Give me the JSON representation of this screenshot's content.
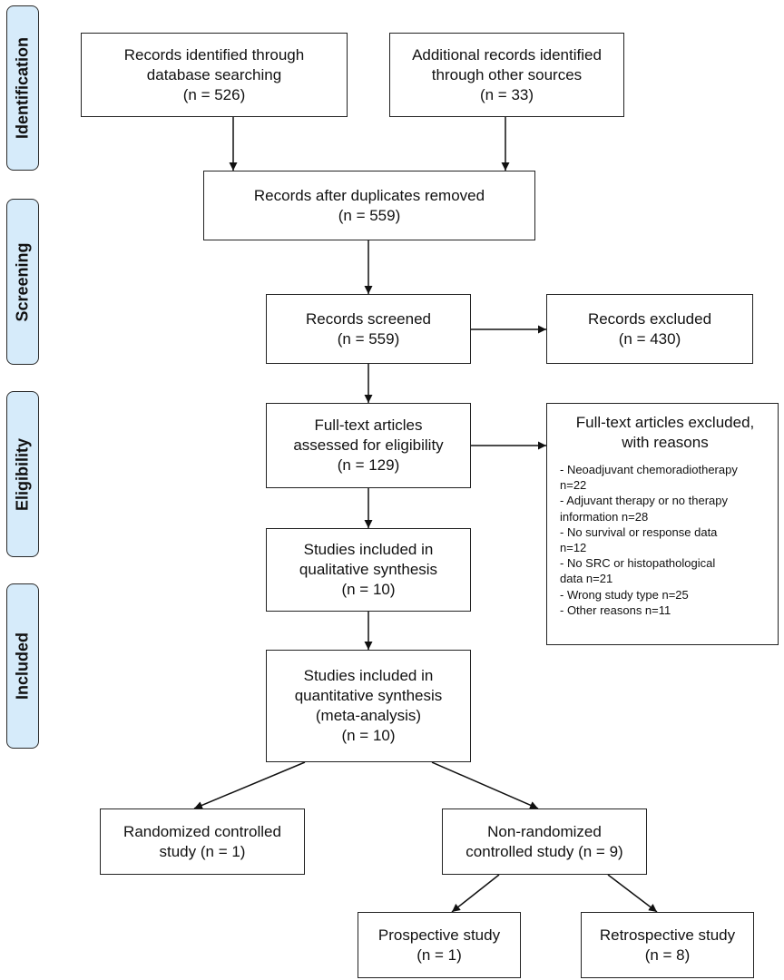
{
  "phases": {
    "identification": "Identification",
    "screening": "Screening",
    "eligibility": "Eligibility",
    "included": "Included"
  },
  "boxes": {
    "db_search": [
      "Records identified through",
      "database searching",
      "(n = 526)"
    ],
    "other_sources": [
      "Additional records identified",
      "through other sources",
      "(n = 33)"
    ],
    "dedup": [
      "Records after duplicates removed",
      "(n = 559)"
    ],
    "screened": [
      "Records screened",
      "(n = 559)"
    ],
    "excluded": [
      "Records excluded",
      "(n = 430)"
    ],
    "fulltext": [
      "Full-text articles",
      "assessed for eligibility",
      "(n = 129)"
    ],
    "qualitative": [
      "Studies included in",
      "qualitative synthesis",
      "(n = 10)"
    ],
    "quantitative": [
      "Studies included in",
      "quantitative synthesis",
      "(meta-analysis)",
      "(n = 10)"
    ],
    "rct": [
      "Randomized controlled",
      "study (n = 1)"
    ],
    "nonrandom": [
      "Non-randomized",
      "controlled study (n = 9)"
    ],
    "prospective": [
      "Prospective study",
      "(n = 1)"
    ],
    "retrospective": [
      "Retrospective study",
      "(n = 8)"
    ]
  },
  "fulltext_excluded": {
    "heading": [
      "Full-text articles excluded,",
      "with reasons"
    ],
    "reasons": [
      [
        "- Neoadjuvant chemoradiotherapy",
        "n=22"
      ],
      [
        "- Adjuvant therapy or no therapy",
        "information n=28"
      ],
      [
        "- No survival or response data",
        "n=12"
      ],
      [
        "- No SRC or histopathological",
        "data n=21"
      ],
      [
        "- Wrong study type n=25"
      ],
      [
        "- Other reasons n=11"
      ]
    ]
  }
}
